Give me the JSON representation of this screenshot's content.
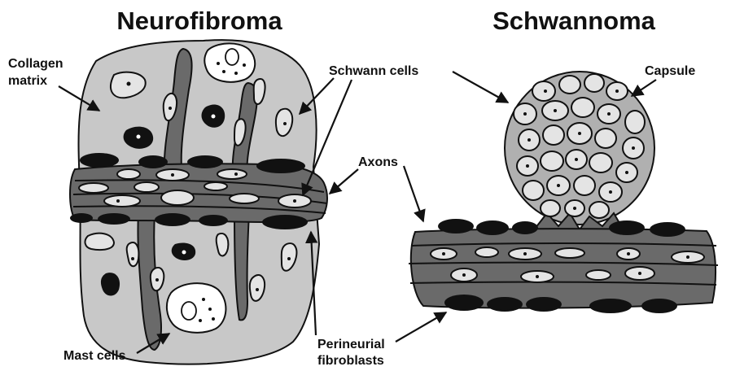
{
  "titles": {
    "left": "Neurofibroma",
    "right": "Schwannoma"
  },
  "labels": {
    "collagen_line1": "Collagen",
    "collagen_line2": "matrix",
    "schwann_cells": "Schwann cells",
    "capsule": "Capsule",
    "axons": "Axons",
    "perineurial_line1": "Perineurial",
    "perineurial_line2": "fibroblasts",
    "mast_cells": "Mast cells"
  },
  "colors": {
    "matrix_gray": "#c8c8c8",
    "axon_gray": "#6a6a6a",
    "cell_light": "#e4e4e4",
    "outline_black": "#111111"
  }
}
